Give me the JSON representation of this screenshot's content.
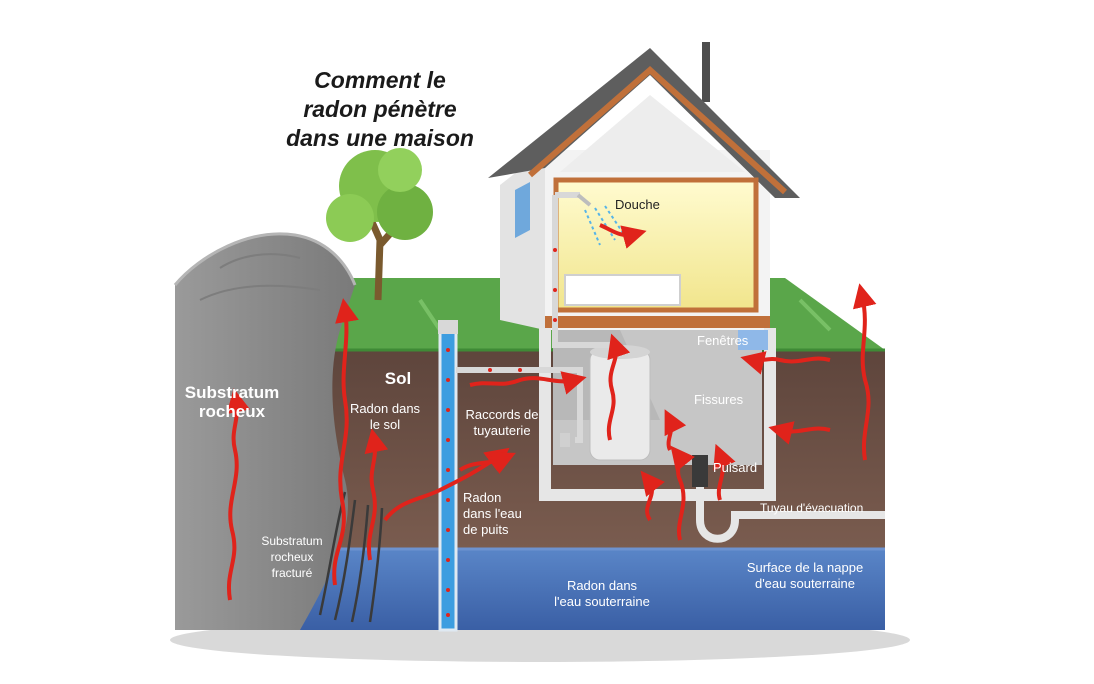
{
  "title": {
    "line1": "Comment le",
    "line2": "radon pénètre",
    "line3": "dans une maison"
  },
  "labels": {
    "substratum_rocheux_1": "Substratum",
    "substratum_rocheux_2": "rocheux",
    "sol": "Sol",
    "radon_sol_1": "Radon dans",
    "radon_sol_2": "le sol",
    "raccords_1": "Raccords de",
    "raccords_2": "tuyauterie",
    "radon_puits_1": "Radon",
    "radon_puits_2": "dans l'eau",
    "radon_puits_3": "de puits",
    "fracture_1": "Substratum",
    "fracture_2": "rocheux",
    "fracture_3": "fracturé",
    "douche": "Douche",
    "fenetres": "Fenêtres",
    "fissures": "Fissures",
    "puisard": "Puisard",
    "tuyau": "Tuyau d'évacuation",
    "radon_eau_1": "Radon dans",
    "radon_eau_2": "l'eau souterraine",
    "nappe_1": "Surface de la nappe",
    "nappe_2": "d'eau souterraine"
  },
  "colors": {
    "radon_arrow": "#e0231b",
    "soil": "#6b5045",
    "groundwater": "#4a72b8",
    "grass": "#5aa64a",
    "rock": "#8d8d8d",
    "roof": "#5c5c5c",
    "house_trim": "#c0703a"
  },
  "icons": [
    "tree-icon",
    "shower-icon",
    "chimney-icon"
  ]
}
